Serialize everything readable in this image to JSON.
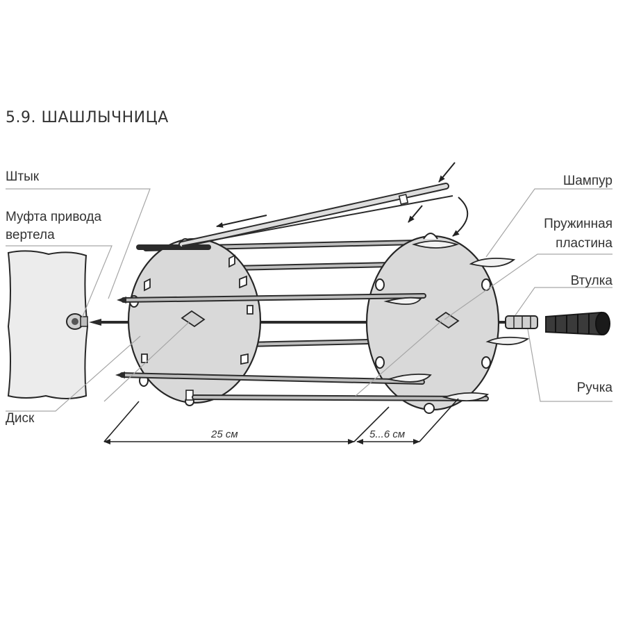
{
  "title": "5.9. ШАШЛЫЧНИЦА",
  "labels": {
    "shtyk": "Штык",
    "mufta_line1": "Муфта привода",
    "mufta_line2": "вертела",
    "disk": "Диск",
    "shampur": "Шампур",
    "plate_line1": "Пружинная",
    "plate_line2": "пластина",
    "vtulka": "Втулка",
    "ruchka": "Ручка"
  },
  "dimensions": {
    "length": "25 см",
    "gap": "5...6 см"
  },
  "colors": {
    "line": "#262626",
    "metal": "#d9d9d9",
    "leader": "#a6a6a6",
    "text": "#333333"
  }
}
